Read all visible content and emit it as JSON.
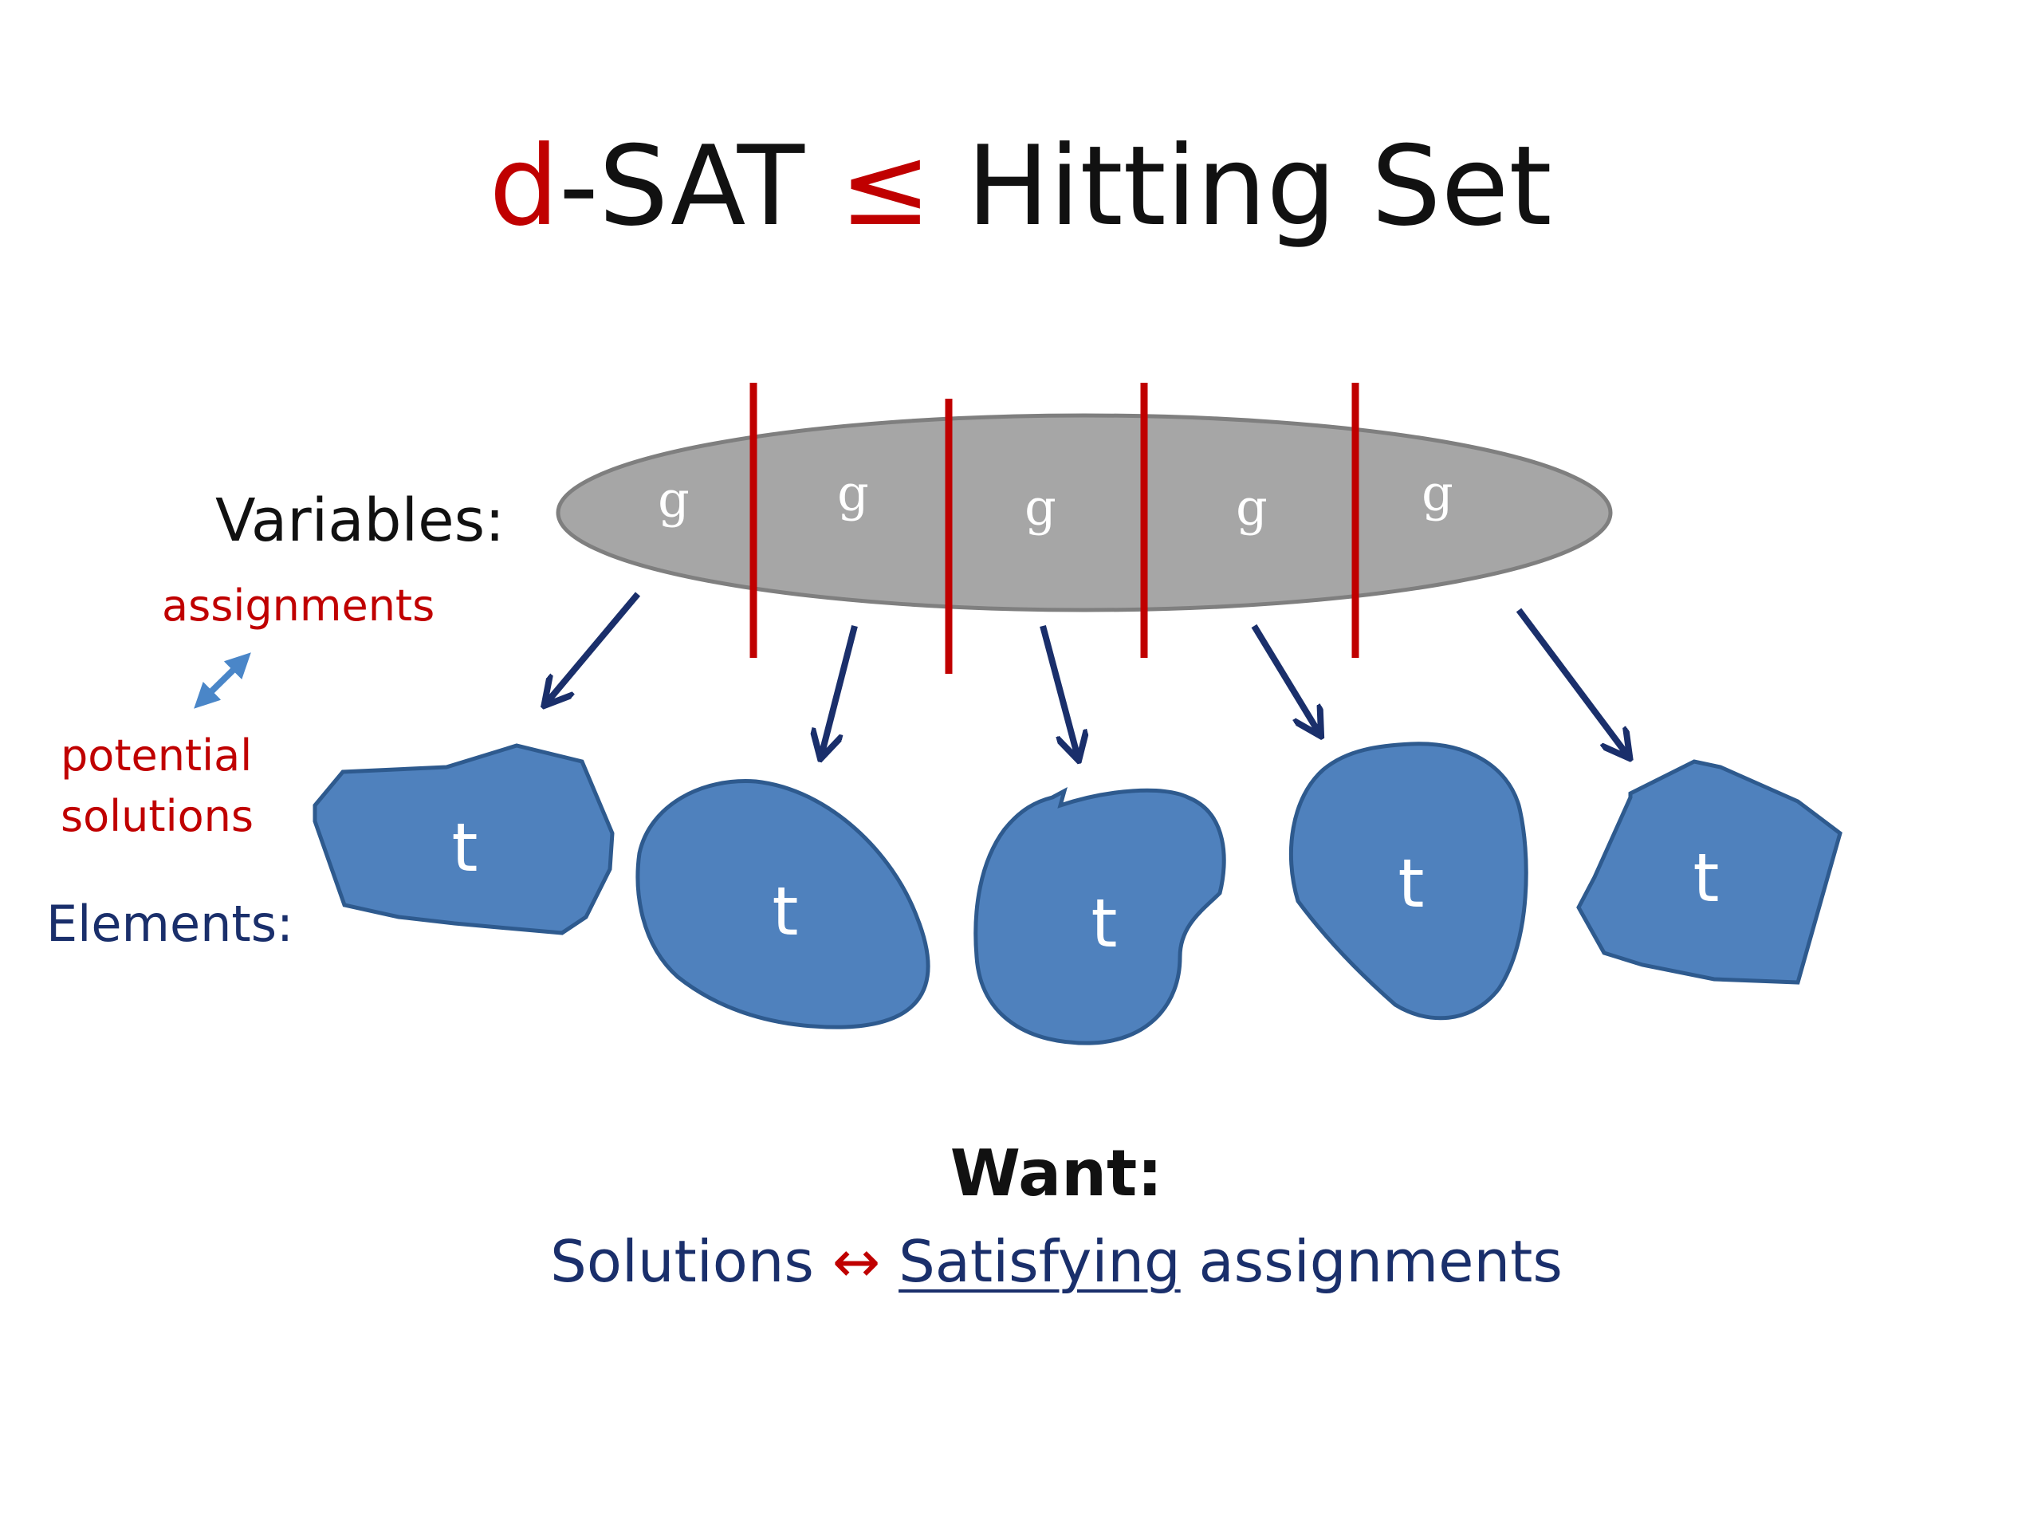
{
  "title": {
    "part1": "d",
    "part2": "-SAT ",
    "part3": "≤",
    "part4": " Hitting Set"
  },
  "labels": {
    "variables": "Variables:",
    "assignments": "assignments",
    "potential_line1": "potential",
    "potential_line2": "solutions",
    "elements": "Elements:"
  },
  "ellipse_glyphs": [
    "g",
    "g",
    "g",
    "g",
    "g"
  ],
  "blob_glyphs": [
    "t",
    "t",
    "t",
    "t",
    "t"
  ],
  "want": {
    "heading": "Want:",
    "solutions": "Solutions ",
    "arrow": "↔",
    "satisfying": "Satisfying",
    "assignments": " assignments"
  },
  "colors": {
    "accent_red": "#c00000",
    "ellipse_gray": "#a6a6a6",
    "blob_blue": "#4f81bd",
    "arrow_navy": "#1a2f6b",
    "double_arrow_blue": "#4a86c8"
  }
}
